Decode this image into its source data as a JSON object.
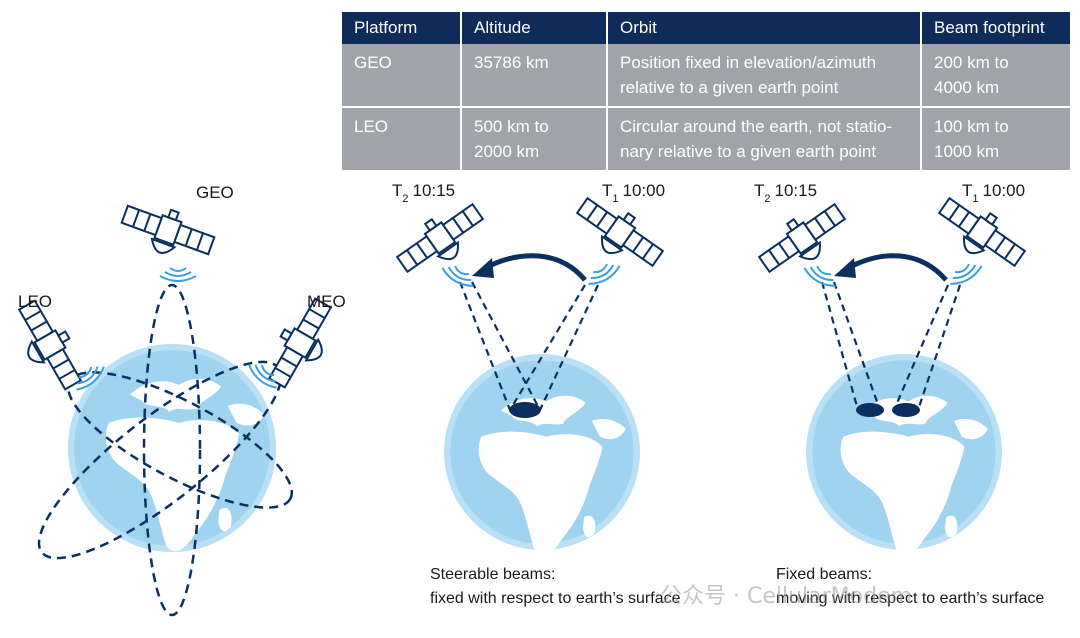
{
  "table": {
    "headers": [
      "Platform",
      "Altitude",
      "Orbit",
      "Beam footprint"
    ],
    "rows": [
      {
        "platform": "GEO",
        "altitude": [
          "35786 km"
        ],
        "orbit": [
          "Position fixed in elevation/azimuth",
          "relative to a given earth point"
        ],
        "footprint": [
          "200 km to",
          "4000 km"
        ]
      },
      {
        "platform": "LEO",
        "altitude": [
          "500 km to",
          "2000 km"
        ],
        "orbit": [
          "Circular around the earth, not statio-",
          "nary relative to a given earth point"
        ],
        "footprint": [
          "100 km to",
          "1000 km"
        ]
      }
    ]
  },
  "orbits_diagram": {
    "geo": "GEO",
    "leo": "LEO",
    "meo": "MEO"
  },
  "steerable": {
    "t2": {
      "letter": "T",
      "sub": "2",
      "time": "10:15"
    },
    "t1": {
      "letter": "T",
      "sub": "1",
      "time": "10:00"
    },
    "caption_line1": "Steerable beams:",
    "caption_line2": "fixed with respect to earth’s surface"
  },
  "fixed": {
    "t2": {
      "letter": "T",
      "sub": "2",
      "time": "10:15"
    },
    "t1": {
      "letter": "T",
      "sub": "1",
      "time": "10:00"
    },
    "caption_line1": "Fixed beams:",
    "caption_line2": "moving with respect to earth’s surface"
  },
  "watermark": "公众号 · CellularModem",
  "colors": {
    "header": "#0f2b57",
    "row": "#a0a4a8",
    "earth": "#9fd3f0",
    "navy": "#0b2f5e",
    "signal": "#3aa0e0"
  }
}
